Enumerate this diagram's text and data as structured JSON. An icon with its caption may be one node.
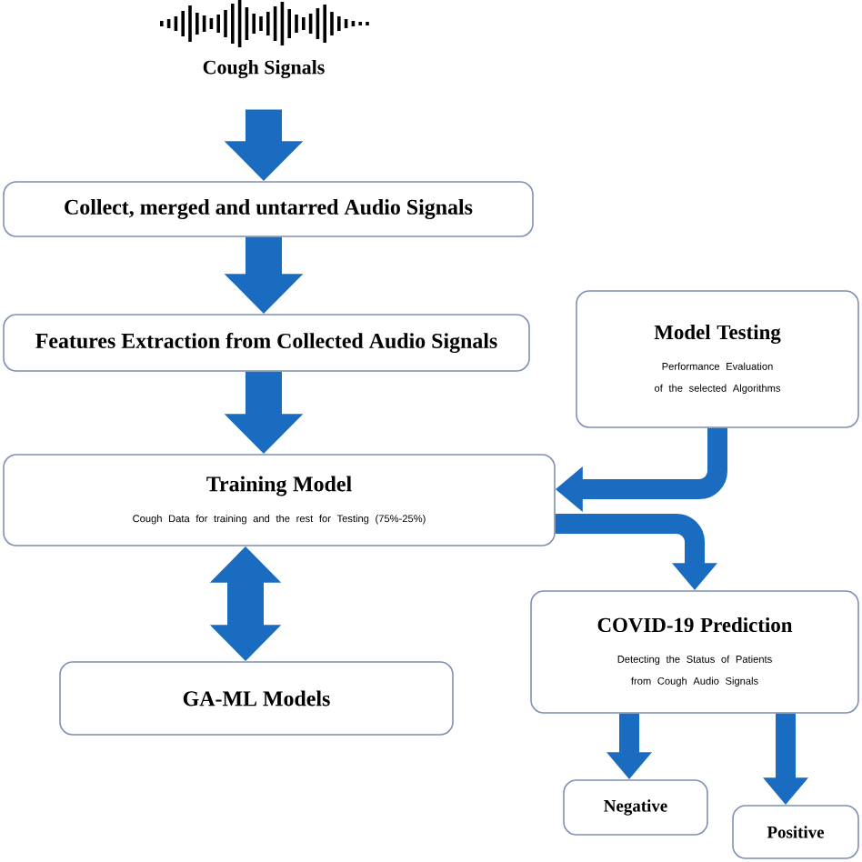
{
  "diagram": {
    "nodes": [
      {
        "text": [
          "Cough Signals"
        ]
      },
      {
        "text": [
          "Collect, merged and untarred Audio Signals"
        ]
      },
      {
        "text": [
          "Features Extraction from Collected Audio Signals"
        ]
      },
      {
        "text": [
          "Training Model",
          "Cough Data for training and the rest for Testing (75%-25%)"
        ]
      },
      {
        "text": [
          "Model Testing",
          "Performance Evaluation of the selected Algorithms"
        ]
      },
      {
        "text": [
          "GA-ML Models"
        ]
      },
      {
        "text": [
          "COVID-19 Prediction",
          "Detecting the Status of Patients from Cough Audio Signals"
        ]
      },
      {
        "text": [
          "Negative"
        ]
      },
      {
        "text": [
          "Positive"
        ]
      }
    ],
    "edges": [
      {
        "from": 0,
        "to": 1,
        "arrow": "to",
        "style": "thick"
      },
      {
        "from": 1,
        "to": 2,
        "arrow": "to",
        "style": "thick"
      },
      {
        "from": 2,
        "to": 3,
        "arrow": "to",
        "style": "thick"
      },
      {
        "from": 4,
        "to": 3,
        "arrow": "to"
      },
      {
        "from": 3,
        "to": 5,
        "arrow": "both",
        "style": "thick"
      },
      {
        "from": 3,
        "to": 6,
        "arrow": "to"
      },
      {
        "from": 6,
        "to": 7,
        "arrow": "to"
      },
      {
        "from": 6,
        "to": 8,
        "arrow": "to"
      }
    ]
  }
}
